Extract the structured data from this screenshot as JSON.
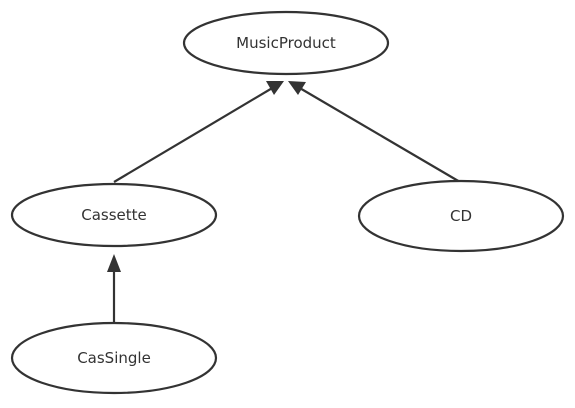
{
  "diagram": {
    "type": "inheritance",
    "nodes": [
      {
        "id": "musicproduct",
        "label": "MusicProduct"
      },
      {
        "id": "cassette",
        "label": "Cassette"
      },
      {
        "id": "cd",
        "label": "CD"
      },
      {
        "id": "cassingle",
        "label": "CasSingle"
      }
    ],
    "edges": [
      {
        "from": "cassette",
        "to": "musicproduct"
      },
      {
        "from": "cd",
        "to": "musicproduct"
      },
      {
        "from": "cassingle",
        "to": "cassette"
      }
    ],
    "colors": {
      "stroke": "#333333",
      "fill": "#ffffff"
    }
  }
}
